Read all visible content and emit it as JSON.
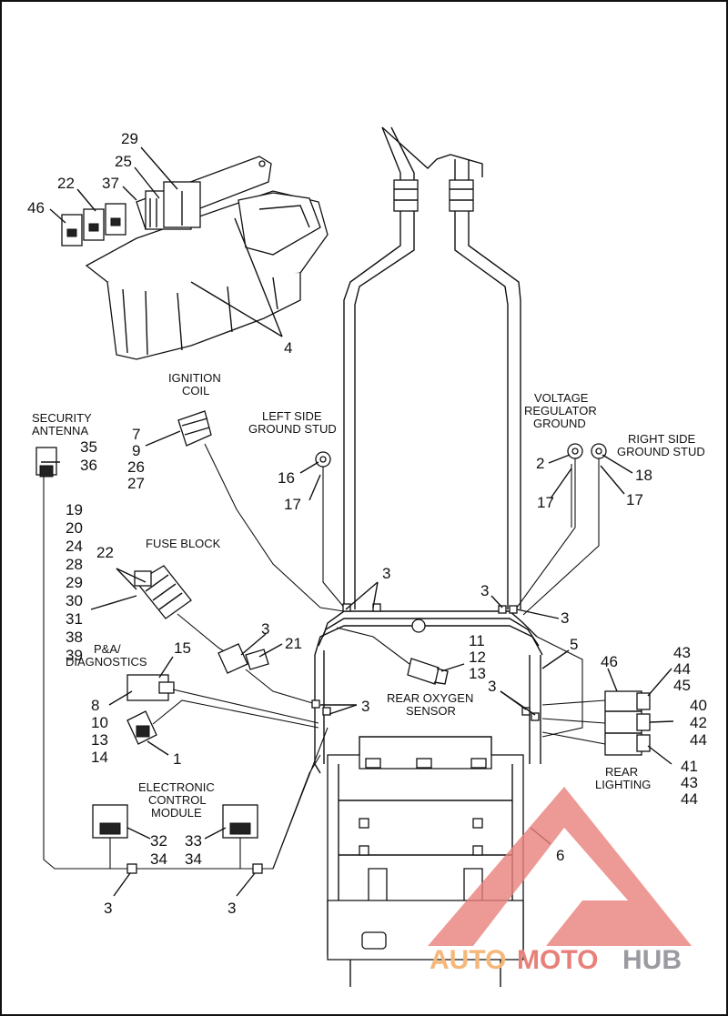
{
  "captions": {
    "security_antenna": [
      "SECURITY",
      "ANTENNA"
    ],
    "ignition_coil": [
      "IGNITION",
      "COIL"
    ],
    "left_side_ground_stud": [
      "LEFT SIDE",
      "GROUND STUD"
    ],
    "voltage_regulator_ground": [
      "VOLTAGE",
      "REGULATOR",
      "GROUND"
    ],
    "right_side_ground_stud": [
      "RIGHT SIDE",
      "GROUND STUD"
    ],
    "fuse_block": [
      "FUSE BLOCK"
    ],
    "pa_diagnostics": [
      "P&A/",
      "DIAGNOSTICS"
    ],
    "rear_oxygen_sensor": [
      "REAR OXYGEN",
      "SENSOR"
    ],
    "rear_lighting": [
      "REAR",
      "LIGHTING"
    ],
    "electronic_control_module": [
      "ELECTRONIC",
      "CONTROL",
      "MODULE"
    ]
  },
  "callouts": {
    "top_29": "29",
    "top_25": "25",
    "top_37": "37",
    "top_22": "22",
    "top_46": "46",
    "top_4": "4",
    "antenna_refs": [
      "35",
      "36"
    ],
    "coil_refs": [
      "7",
      "9",
      "26",
      "27"
    ],
    "left_stud_refs": [
      "16",
      "17"
    ],
    "vr_2": "2",
    "vr_17": "17",
    "rs_18": "18",
    "rs_17": "17",
    "fuse_list": [
      "19",
      "20",
      "24",
      "28",
      "29",
      "30",
      "31",
      "38",
      "39"
    ],
    "fuse_22": "22",
    "pa_15": "15",
    "pa_refs": [
      "8",
      "10",
      "13",
      "14"
    ],
    "pa_1": "1",
    "c3_a": "3",
    "c21": "21",
    "c3_top_left": "3",
    "c3_top_mid": "3",
    "c3_top_right": "3",
    "o2_refs": [
      "11",
      "12",
      "13"
    ],
    "c5": "5",
    "c3_mid_left": "3",
    "c3_mid_right": "3",
    "c46": "46",
    "rl_top": [
      "43",
      "44",
      "45"
    ],
    "rl_mid": [
      "40",
      "42",
      "44"
    ],
    "rl_bot": [
      "41",
      "43",
      "44"
    ],
    "ecm_a": [
      "32",
      "34"
    ],
    "ecm_b": [
      "33",
      "34"
    ],
    "c6": "6",
    "c3_bot_a": "3",
    "c3_bot_b": "3"
  },
  "watermark": {
    "part1": "AUTO",
    "part2": "MOTO",
    "part3": "HUB"
  },
  "colors": {
    "line": "#111111",
    "watermark_red": "#e8807a",
    "watermark_orange": "#f5b87a",
    "watermark_gray": "#9a9aa0"
  }
}
